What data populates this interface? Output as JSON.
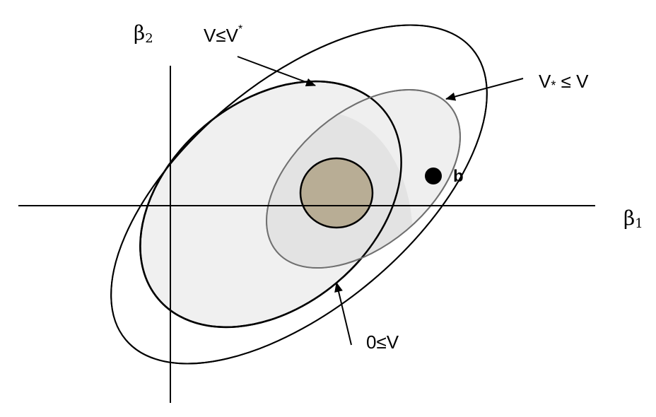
{
  "axes": {
    "y_label_main": "β",
    "y_label_sub": "2",
    "x_label_main": "β",
    "x_label_sub": "1"
  },
  "labels": {
    "upper_bound": "V≤V",
    "upper_bound_sup": "*",
    "lower_bound": "V",
    "lower_bound_sub": "*",
    "lower_bound_rest": " ≤ V",
    "nonneg": "0≤V",
    "point": "b"
  },
  "colors": {
    "outer_fill": "#ffffff",
    "upper_fill": "#f0f0f0",
    "lower_fill": "#efefef",
    "overlap_fill": "#e3e3e3",
    "core_fill": "#b8ad95",
    "stroke": "#000000",
    "lower_stroke": "#707070"
  }
}
